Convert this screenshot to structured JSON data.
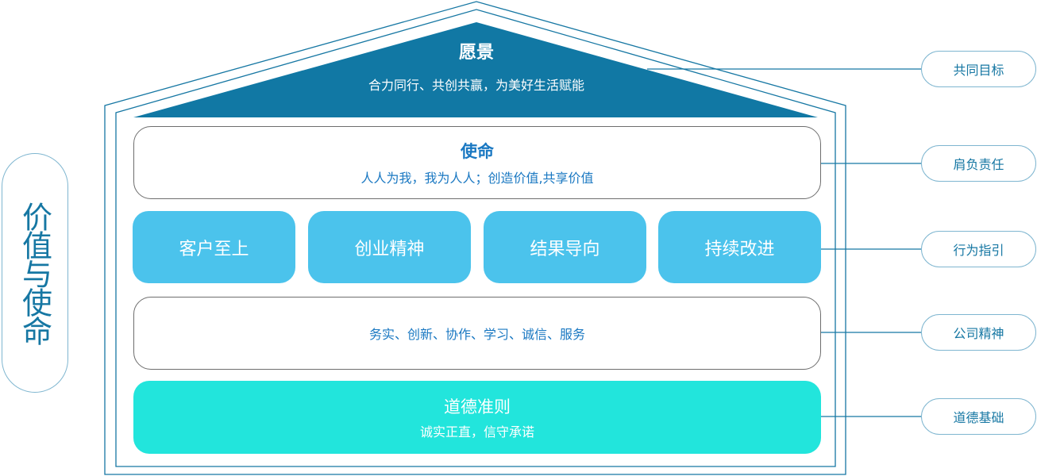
{
  "title": "价值与使命",
  "vision": {
    "title": "愿景",
    "subtitle": "合力同行、共创共赢，为美好生活赋能"
  },
  "mission": {
    "title": "使命",
    "subtitle": "人人为我，我为人人；创造价值,共享价值"
  },
  "values": [
    "客户至上",
    "创业精神",
    "结果导向",
    "持续改进"
  ],
  "spirit": {
    "subtitle": "务实、创新、协作、学习、诚信、服务"
  },
  "ethics": {
    "title": "道德准则",
    "subtitle": "诚实正直，信守承诺"
  },
  "labels": [
    "共同目标",
    "肩负责任",
    "行为指引",
    "公司精神",
    "道德基础"
  ],
  "colors": {
    "roof": "#1178a4",
    "values": "#4bc3ec",
    "ethics": "#22e5dc",
    "line": "#1677a3"
  }
}
